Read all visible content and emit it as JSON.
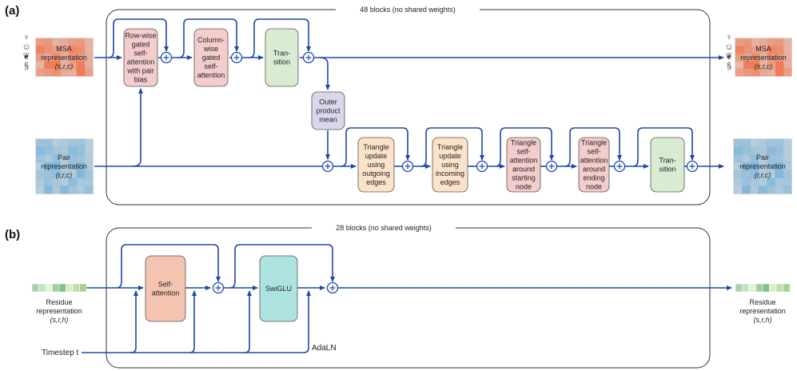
{
  "colors": {
    "arrow": "#1f48a8",
    "attention": "#f4cccc",
    "triangle_update": "#fbe2c8",
    "transition": "#d9ecd3",
    "outer_product": "#dcd6ec",
    "self_attention": "#f4c4b0",
    "swiglu": "#ace3e0"
  },
  "panel_a": {
    "label": "(a)",
    "frame_label": "48 blocks (no shared weights)",
    "msa_in": {
      "lines": [
        "MSA",
        "representation",
        "(s,r,c)"
      ]
    },
    "pair_in": {
      "lines": [
        "Pair",
        "representation",
        "(r,r,c)"
      ]
    },
    "msa_out": {
      "lines": [
        "MSA",
        "representation",
        "(s,r,c)"
      ]
    },
    "pair_out": {
      "lines": [
        "Pair",
        "representation",
        "(r,r,c)"
      ]
    },
    "blocks": [
      {
        "lines": [
          "Row-wise",
          "gated",
          "self-",
          "attention",
          "with pair",
          "bias"
        ],
        "color": "#f4cccc"
      },
      {
        "lines": [
          "Column-",
          "wise",
          "gated",
          "self-",
          "attention"
        ],
        "color": "#f4cccc"
      },
      {
        "lines": [
          "Tran-",
          "sition"
        ],
        "color": "#d9ecd3"
      },
      {
        "lines": [
          "Outer",
          "product",
          "mean"
        ],
        "color": "#dcd6ec"
      },
      {
        "lines": [
          "Triangle",
          "update",
          "using",
          "outgoing",
          "edges"
        ],
        "color": "#fbe2c8"
      },
      {
        "lines": [
          "Triangle",
          "update",
          "using",
          "incoming",
          "edges"
        ],
        "color": "#fbe2c8"
      },
      {
        "lines": [
          "Triangle",
          "self-",
          "attention",
          "around",
          "starting",
          "node"
        ],
        "color": "#f4cccc"
      },
      {
        "lines": [
          "Triangle",
          "self-",
          "attention",
          "around",
          "ending",
          "node"
        ],
        "color": "#f4cccc"
      },
      {
        "lines": [
          "Tran-",
          "sition"
        ],
        "color": "#d9ecd3"
      }
    ]
  },
  "panel_b": {
    "label": "(b)",
    "frame_label": "28 blocks (no shared weights)",
    "residue_in": {
      "lines": [
        "Residue",
        "representation",
        "(s,r,h)"
      ]
    },
    "residue_out": {
      "lines": [
        "Residue",
        "representation",
        "(s,r,h)"
      ]
    },
    "timestep": "Timestep t",
    "adaln": "AdaLN",
    "blocks": [
      {
        "lines": [
          "Self-",
          "attention"
        ],
        "color": "#f4c4b0"
      },
      {
        "lines": [
          "SwiGLU"
        ],
        "color": "#ace3e0"
      }
    ]
  }
}
